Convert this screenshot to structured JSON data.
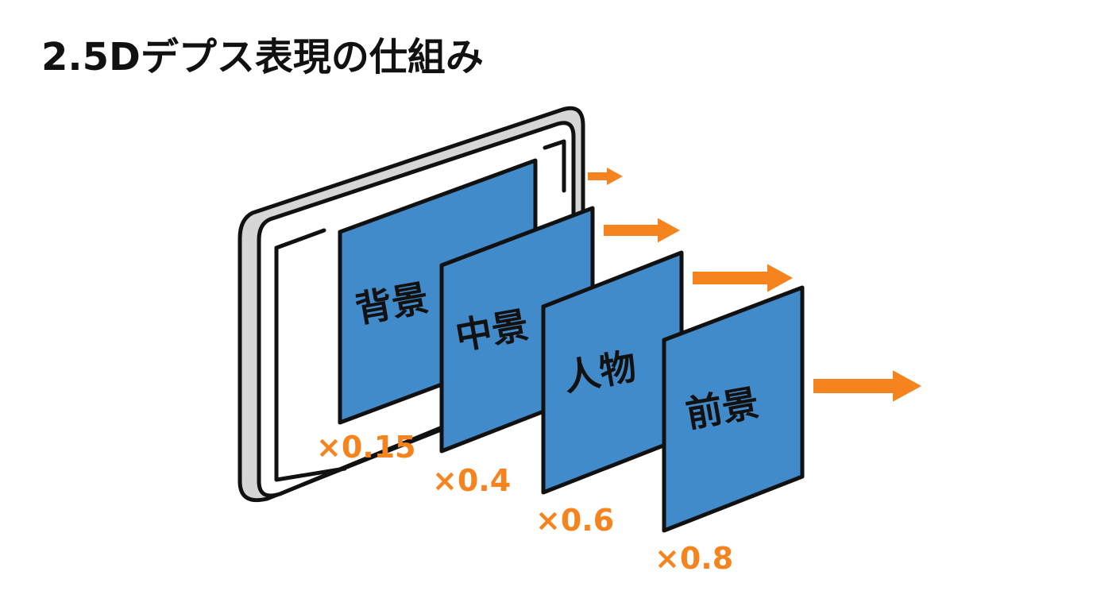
{
  "title": "2.5Dデプス表現の仕組み",
  "colors": {
    "panel_fill": "#428bca",
    "outline": "#111111",
    "accent": "#f5841f",
    "frame_fill": "#ffffff",
    "frame_side": "#d6d6d6"
  },
  "layers": [
    {
      "label": "背景",
      "factor": "×0.15"
    },
    {
      "label": "中景",
      "factor": "×0.4"
    },
    {
      "label": "人物",
      "factor": "×0.6"
    },
    {
      "label": "前景",
      "factor": "×0.8"
    }
  ],
  "device": {
    "icon": "tablet-frame-icon"
  }
}
